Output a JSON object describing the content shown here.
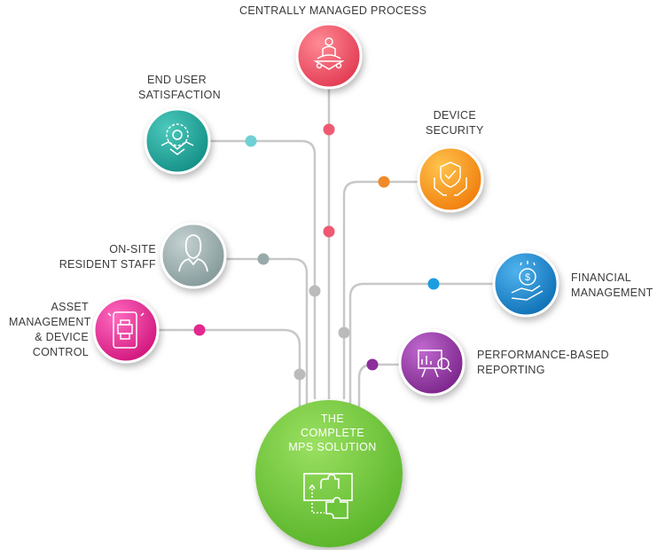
{
  "center": {
    "lines": [
      "THE",
      "COMPLETE",
      "MPS SOLUTION"
    ],
    "icon": "puzzle-piece-icon",
    "color": "#6cc53a"
  },
  "nodes": {
    "centrally_managed": {
      "lines": [
        "CENTRALLY MANAGED PROCESS"
      ],
      "icon": "meditating-person-icon",
      "color": "#ef4b5f"
    },
    "end_user": {
      "lines": [
        "END USER",
        "SATISFACTION"
      ],
      "icon": "handshake-gear-icon",
      "color": "#1fa89c"
    },
    "device_security": {
      "lines": [
        "DEVICE",
        "SECURITY"
      ],
      "icon": "shield-hands-icon",
      "color": "#f59a19"
    },
    "onsite_staff": {
      "lines": [
        "ON-SITE",
        "RESIDENT STAFF"
      ],
      "icon": "person-icon",
      "color": "#97aaa9"
    },
    "financial": {
      "lines": [
        "FINANCIAL",
        "MANAGEMENT"
      ],
      "icon": "dollar-hand-icon",
      "color": "#1a86cf"
    },
    "asset": {
      "lines": [
        "ASSET",
        "MANAGEMENT",
        "& DEVICE",
        "CONTROL"
      ],
      "icon": "printer-phone-icon",
      "color": "#e2288f"
    },
    "performance": {
      "lines": [
        "PERFORMANCE-BASED",
        "REPORTING"
      ],
      "icon": "chart-magnifier-icon",
      "color": "#8e2e9c"
    }
  },
  "connector_color": "#c8c8c8"
}
